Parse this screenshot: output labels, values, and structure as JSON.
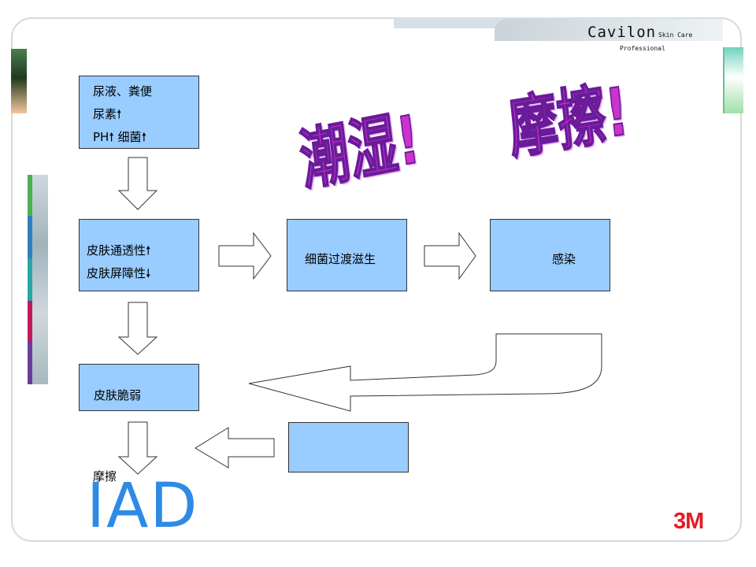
{
  "brand": {
    "name": "Cavilon",
    "tag1": "Skin Care",
    "tag2": "Professional"
  },
  "boxes": {
    "causes": [
      "尿液、粪便",
      "尿素",
      "PH",
      "细菌"
    ],
    "skin_change": [
      "皮肤通透性",
      "皮肤屏障性"
    ],
    "bacteria": "细菌过渡滋生",
    "infection": "感染",
    "fragile": "皮肤脆弱"
  },
  "symbols": {
    "up": "🠕",
    "down": "🠗"
  },
  "wordart": {
    "moist": "潮湿!",
    "friction": "摩擦!"
  },
  "bottom_label": "摩擦",
  "iad": "IAD",
  "logo": "3M",
  "colors": {
    "box_fill": "#99ccff",
    "wordart": "#cc33cc",
    "iad": "#2f8ae6",
    "logo": "#e31b23"
  }
}
